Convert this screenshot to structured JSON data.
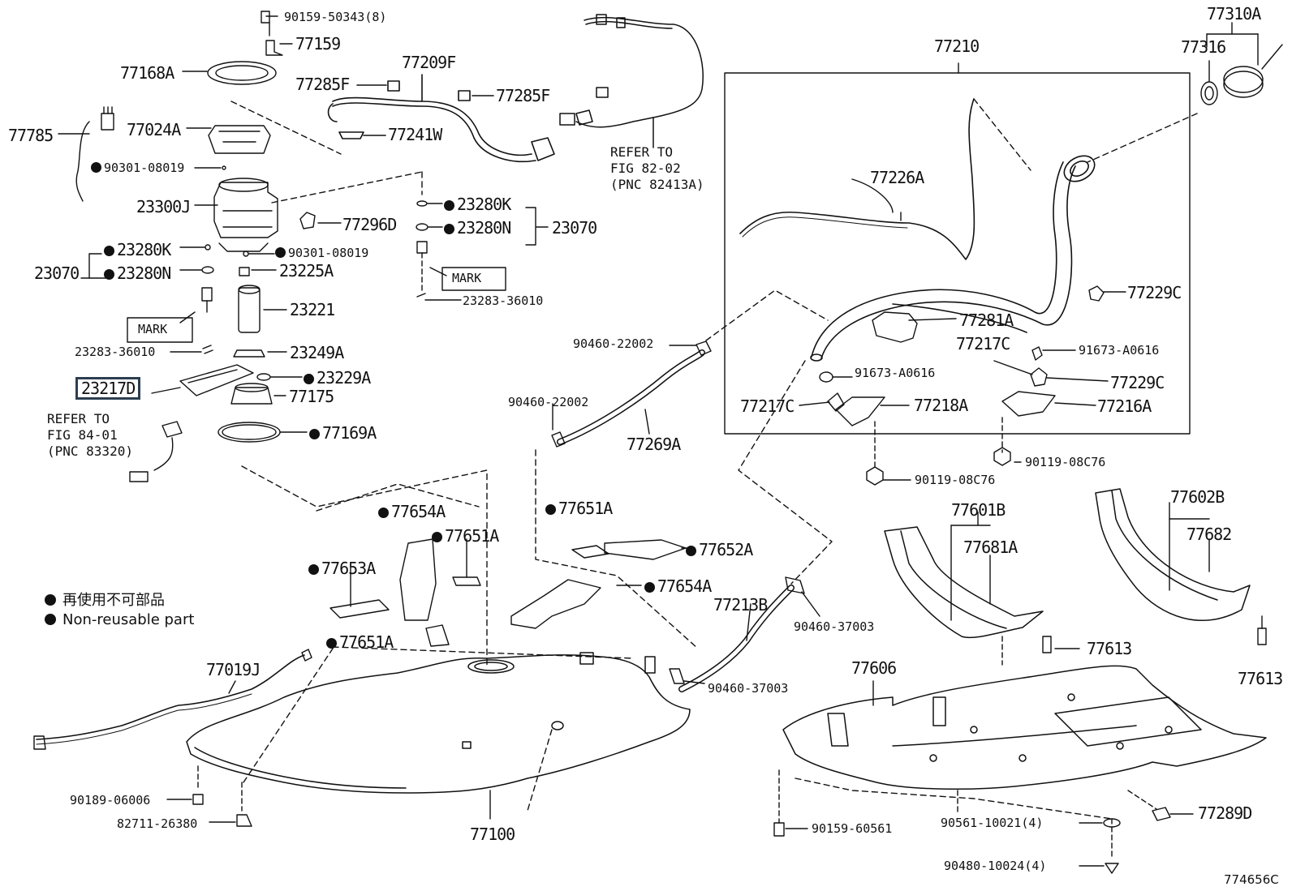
{
  "colors": {
    "ink": "#111111",
    "highlight": "#2c3e50",
    "paper": "#ffffff"
  },
  "callouts": [
    {
      "id": "p90159_50343",
      "text": "90159-50343(8)",
      "size": "sm",
      "nonreusable": false
    },
    {
      "id": "p77159",
      "text": "77159",
      "size": "lg",
      "nonreusable": false
    },
    {
      "id": "p77168a",
      "text": "77168A",
      "size": "lg",
      "nonreusable": false
    },
    {
      "id": "p77785",
      "text": "77785",
      "size": "lg",
      "nonreusable": false
    },
    {
      "id": "p77024a",
      "text": "77024A",
      "size": "lg",
      "nonreusable": false
    },
    {
      "id": "p90301_08019a",
      "text": "90301-08019",
      "size": "sm",
      "nonreusable": true
    },
    {
      "id": "p23300j",
      "text": "23300J",
      "size": "lg",
      "nonreusable": false
    },
    {
      "id": "p23280k_l",
      "text": "23280K",
      "size": "lg",
      "nonreusable": true
    },
    {
      "id": "p90301_08019b",
      "text": "90301-08019",
      "size": "sm",
      "nonreusable": true
    },
    {
      "id": "p23070_l",
      "text": "23070",
      "size": "lg",
      "nonreusable": false
    },
    {
      "id": "p23280n_l",
      "text": "23280N",
      "size": "lg",
      "nonreusable": true
    },
    {
      "id": "p23225a",
      "text": "23225A",
      "size": "lg",
      "nonreusable": false
    },
    {
      "id": "p23221",
      "text": "23221",
      "size": "lg",
      "nonreusable": false
    },
    {
      "id": "p23283_36010a",
      "text": "23283-36010",
      "size": "sm",
      "nonreusable": false
    },
    {
      "id": "p23249a",
      "text": "23249A",
      "size": "lg",
      "nonreusable": false
    },
    {
      "id": "p23229a",
      "text": "23229A",
      "size": "lg",
      "nonreusable": true
    },
    {
      "id": "p77175",
      "text": "77175",
      "size": "lg",
      "nonreusable": false
    },
    {
      "id": "p77169a",
      "text": "77169A",
      "size": "lg",
      "nonreusable": true
    },
    {
      "id": "p77209f",
      "text": "77209F",
      "size": "lg",
      "nonreusable": false
    },
    {
      "id": "p77285f_a",
      "text": "77285F",
      "size": "lg",
      "nonreusable": false
    },
    {
      "id": "p77285f_b",
      "text": "77285F",
      "size": "lg",
      "nonreusable": false
    },
    {
      "id": "p77241w",
      "text": "77241W",
      "size": "lg",
      "nonreusable": false
    },
    {
      "id": "p77296d",
      "text": "77296D",
      "size": "lg",
      "nonreusable": false
    },
    {
      "id": "p23280k_r",
      "text": "23280K",
      "size": "lg",
      "nonreusable": true
    },
    {
      "id": "p23280n_r",
      "text": "23280N",
      "size": "lg",
      "nonreusable": true
    },
    {
      "id": "p23070_r",
      "text": "23070",
      "size": "lg",
      "nonreusable": false
    },
    {
      "id": "p23283_36010b",
      "text": "23283-36010",
      "size": "sm",
      "nonreusable": false
    },
    {
      "id": "p77210",
      "text": "77210",
      "size": "lg",
      "nonreusable": false
    },
    {
      "id": "p77310a",
      "text": "77310A",
      "size": "lg",
      "nonreusable": false
    },
    {
      "id": "p77316",
      "text": "77316",
      "size": "lg",
      "nonreusable": false
    },
    {
      "id": "p77226a",
      "text": "77226A",
      "size": "lg",
      "nonreusable": false
    },
    {
      "id": "p77229c_a",
      "text": "77229C",
      "size": "lg",
      "nonreusable": false
    },
    {
      "id": "p77281a",
      "text": "77281A",
      "size": "lg",
      "nonreusable": false
    },
    {
      "id": "p77217c_a",
      "text": "77217C",
      "size": "lg",
      "nonreusable": false
    },
    {
      "id": "p91673_a0616a",
      "text": "91673-A0616",
      "size": "sm",
      "nonreusable": false
    },
    {
      "id": "p91673_a0616b",
      "text": "91673-A0616",
      "size": "sm",
      "nonreusable": false
    },
    {
      "id": "p77229c_b",
      "text": "77229C",
      "size": "lg",
      "nonreusable": false
    },
    {
      "id": "p77217c_b",
      "text": "77217C",
      "size": "lg",
      "nonreusable": false
    },
    {
      "id": "p77218a",
      "text": "77218A",
      "size": "lg",
      "nonreusable": false
    },
    {
      "id": "p77216a",
      "text": "77216A",
      "size": "lg",
      "nonreusable": false
    },
    {
      "id": "p90119_08c76a",
      "text": "90119-08C76",
      "size": "sm",
      "nonreusable": false
    },
    {
      "id": "p90119_08c76b",
      "text": "90119-08C76",
      "size": "sm",
      "nonreusable": false
    },
    {
      "id": "p90460_22002a",
      "text": "90460-22002",
      "size": "sm",
      "nonreusable": false
    },
    {
      "id": "p90460_22002b",
      "text": "90460-22002",
      "size": "sm",
      "nonreusable": false
    },
    {
      "id": "p77269a",
      "text": "77269A",
      "size": "lg",
      "nonreusable": false
    },
    {
      "id": "p77654a_a",
      "text": "77654A",
      "size": "lg",
      "nonreusable": true
    },
    {
      "id": "p77651a_a",
      "text": "77651A",
      "size": "lg",
      "nonreusable": true
    },
    {
      "id": "p77651a_b",
      "text": "77651A",
      "size": "lg",
      "nonreusable": true
    },
    {
      "id": "p77652a",
      "text": "77652A",
      "size": "lg",
      "nonreusable": true
    },
    {
      "id": "p77653a",
      "text": "77653A",
      "size": "lg",
      "nonreusable": true
    },
    {
      "id": "p77654a_b",
      "text": "77654A",
      "size": "lg",
      "nonreusable": true
    },
    {
      "id": "p77651a_c",
      "text": "77651A",
      "size": "lg",
      "nonreusable": true
    },
    {
      "id": "p77213b",
      "text": "77213B",
      "size": "lg",
      "nonreusable": false
    },
    {
      "id": "p90460_37003a",
      "text": "90460-37003",
      "size": "sm",
      "nonreusable": false
    },
    {
      "id": "p90460_37003b",
      "text": "90460-37003",
      "size": "sm",
      "nonreusable": false
    },
    {
      "id": "p77019j",
      "text": "77019J",
      "size": "lg",
      "nonreusable": false
    },
    {
      "id": "p90189_06006",
      "text": "90189-06006",
      "size": "sm",
      "nonreusable": false
    },
    {
      "id": "p82711_26380",
      "text": "82711-26380",
      "size": "sm",
      "nonreusable": false
    },
    {
      "id": "p77100",
      "text": "77100",
      "size": "lg",
      "nonreusable": false
    },
    {
      "id": "p77601b",
      "text": "77601B",
      "size": "lg",
      "nonreusable": false
    },
    {
      "id": "p77681a",
      "text": "77681A",
      "size": "lg",
      "nonreusable": false
    },
    {
      "id": "p77602b",
      "text": "77602B",
      "size": "lg",
      "nonreusable": false
    },
    {
      "id": "p77682",
      "text": "77682",
      "size": "lg",
      "nonreusable": false
    },
    {
      "id": "p77613a",
      "text": "77613",
      "size": "lg",
      "nonreusable": false
    },
    {
      "id": "p77613b",
      "text": "77613",
      "size": "lg",
      "nonreusable": false
    },
    {
      "id": "p77606",
      "text": "77606",
      "size": "lg",
      "nonreusable": false
    },
    {
      "id": "p90159_60561",
      "text": "90159-60561",
      "size": "sm",
      "nonreusable": false
    },
    {
      "id": "p90561_10021",
      "text": "90561-10021(4)",
      "size": "sm",
      "nonreusable": false
    },
    {
      "id": "p77289d",
      "text": "77289D",
      "size": "lg",
      "nonreusable": false
    },
    {
      "id": "p90480_10024",
      "text": "90480-10024(4)",
      "size": "sm",
      "nonreusable": false
    }
  ],
  "highlighted_part": "23217D",
  "mark_labels": {
    "left": "MARK",
    "right": "MARK"
  },
  "refer_notes": {
    "fig82": {
      "line1": "REFER TO",
      "line2": "FIG 82-02",
      "line3": "(PNC 82413A)"
    },
    "fig84": {
      "line1": "REFER TO",
      "line2": "FIG 84-01",
      "line3": "(PNC 83320)"
    }
  },
  "legend": {
    "jp": "再使用不可部品",
    "en": "Non-reusable part"
  },
  "figure_id": "774656C"
}
